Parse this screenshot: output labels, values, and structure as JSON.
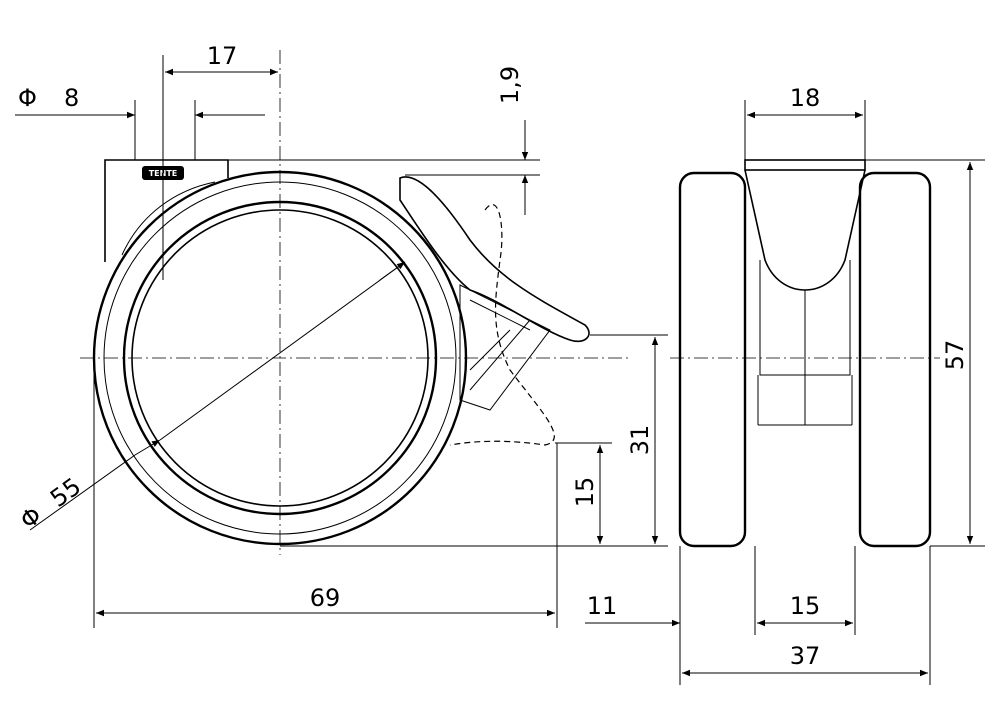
{
  "drawing": {
    "logo_text": "TENTE",
    "dimensions": {
      "hub_offset": "17",
      "axle_diameter_symbol": "Φ",
      "axle_diameter": "8",
      "plate_thickness": "1,9",
      "fork_width": "18",
      "overall_height": "57",
      "brake_height": "31",
      "brake_bottom": "15",
      "wheel_diameter_symbol": "Φ",
      "wheel_diameter": "55",
      "overall_length": "69",
      "brake_offset": "11",
      "wheel_gap": "15",
      "overall_width": "37"
    }
  }
}
